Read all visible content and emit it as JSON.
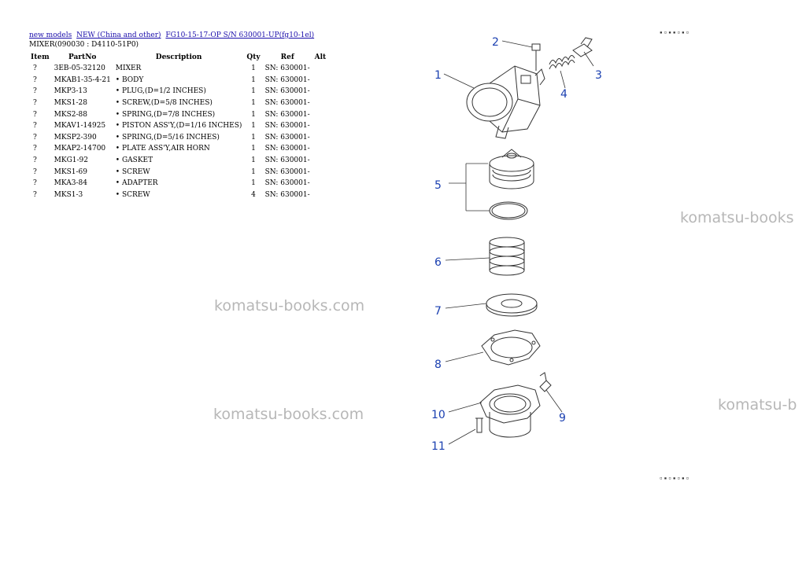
{
  "breadcrumb": {
    "link1": "new models",
    "link2": "NEW (China and other)",
    "link3": "FG10-15-17-OP S/N 630001-UP(fg10-1el)"
  },
  "section_title": "MIXER(090030 : D4110-51P0)",
  "table": {
    "headers": [
      "Item",
      "PartNo",
      "Description",
      "Qty",
      "Ref",
      "Alt"
    ],
    "rows": [
      {
        "item": "?",
        "part_no": "3EB-05-32120",
        "description": "MIXER",
        "qty": "1",
        "ref": "SN: 630001-",
        "alt": ""
      },
      {
        "item": "?",
        "part_no": "MKAB1-35-4-21",
        "description": "• BODY",
        "qty": "1",
        "ref": "SN: 630001-",
        "alt": ""
      },
      {
        "item": "?",
        "part_no": "MKP3-13",
        "description": "• PLUG,(D=1/2 INCHES)",
        "qty": "1",
        "ref": "SN: 630001-",
        "alt": ""
      },
      {
        "item": "?",
        "part_no": "MKS1-28",
        "description": "• SCREW,(D=5/8 INCHES)",
        "qty": "1",
        "ref": "SN: 630001-",
        "alt": ""
      },
      {
        "item": "?",
        "part_no": "MKS2-88",
        "description": "• SPRING,(D=7/8 INCHES)",
        "qty": "1",
        "ref": "SN: 630001-",
        "alt": ""
      },
      {
        "item": "?",
        "part_no": "MKAV1-14925",
        "description": "• PISTON ASS'Y,(D=1/16 INCHES)",
        "qty": "1",
        "ref": "SN: 630001-",
        "alt": ""
      },
      {
        "item": "?",
        "part_no": "MKSP2-390",
        "description": "• SPRING,(D=5/16 INCHES)",
        "qty": "1",
        "ref": "SN: 630001-",
        "alt": ""
      },
      {
        "item": "?",
        "part_no": "MKAP2-14700",
        "description": "• PLATE ASS'Y,AIR HORN",
        "qty": "1",
        "ref": "SN: 630001-",
        "alt": ""
      },
      {
        "item": "?",
        "part_no": "MKG1-92",
        "description": "• GASKET",
        "qty": "1",
        "ref": "SN: 630001-",
        "alt": ""
      },
      {
        "item": "?",
        "part_no": "MKS1-69",
        "description": "• SCREW",
        "qty": "1",
        "ref": "SN: 630001-",
        "alt": ""
      },
      {
        "item": "?",
        "part_no": "MKA3-84",
        "description": "• ADAPTER",
        "qty": "1",
        "ref": "SN: 630001-",
        "alt": ""
      },
      {
        "item": "?",
        "part_no": "MKS1-3",
        "description": "• SCREW",
        "qty": "4",
        "ref": "SN: 630001-",
        "alt": ""
      }
    ]
  },
  "watermark": "komatsu-books.com",
  "watermark_cut_1": "komatsu-books",
  "watermark_cut_2": "komatsu-b",
  "callouts": {
    "n1": "1",
    "n2": "2",
    "n3": "3",
    "n4": "4",
    "n5": "5",
    "n6": "6",
    "n7": "7",
    "n8": "8",
    "n9": "9",
    "n10": "10",
    "n11": "11"
  },
  "colors": {
    "link": "#1a0dab",
    "callout": "#1a3fb0",
    "watermark": "#b7b7b7"
  }
}
